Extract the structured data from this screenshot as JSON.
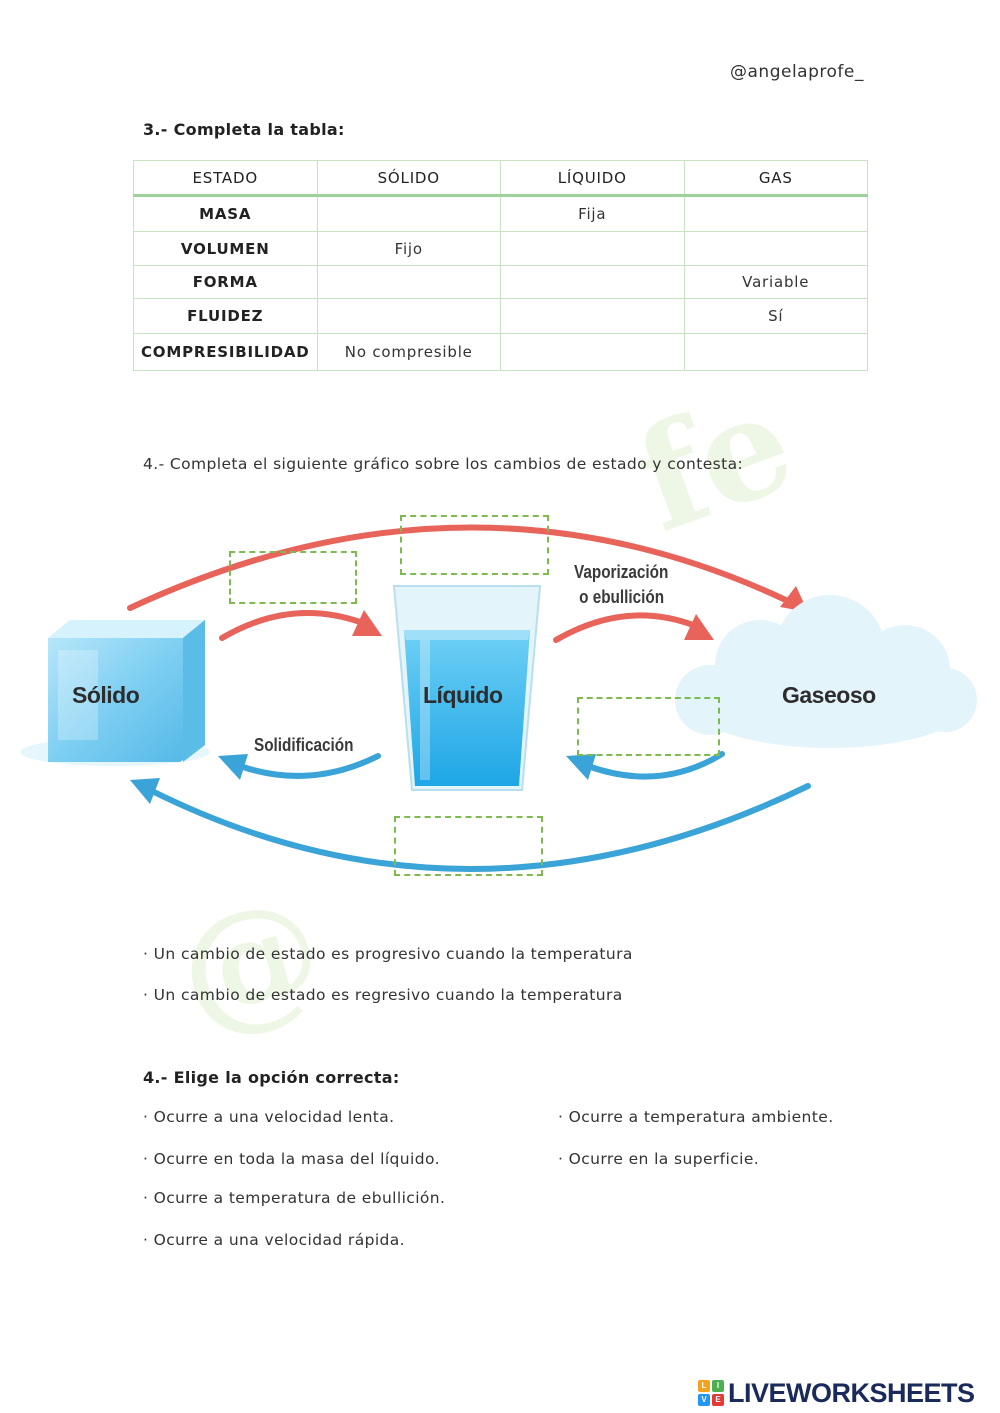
{
  "handle": "@angelaprofe_",
  "section3": {
    "title": "3.- Completa la tabla:",
    "headers": [
      "ESTADO",
      "SÓLIDO",
      "LÍQUIDO",
      "GAS"
    ],
    "rows": [
      {
        "label": "MASA",
        "solido": "",
        "liquido": "Fija",
        "gas": ""
      },
      {
        "label": "VOLUMEN",
        "solido": "Fijo",
        "liquido": "",
        "gas": ""
      },
      {
        "label": "FORMA",
        "solido": "",
        "liquido": "",
        "gas": "Variable"
      },
      {
        "label": "FLUIDEZ",
        "solido": "",
        "liquido": "",
        "gas": "Sí"
      },
      {
        "label": "COMPRESIBILIDAD",
        "solido": "No compresible",
        "liquido": "",
        "gas": ""
      }
    ]
  },
  "section4": {
    "title": "4.- Completa el siguiente gráfico sobre los cambios de estado y contesta:",
    "diagram": {
      "solid": "Sólido",
      "liquid": "Líquido",
      "gas": "Gaseoso",
      "vaporization": [
        "Vaporización",
        "o ebullición"
      ],
      "solidification": "Solidificación",
      "colors": {
        "progressive": "#e8635a",
        "regressive": "#3aa3d8",
        "blank_border": "#7dbb4e"
      }
    },
    "statements": [
      "· Un cambio de estado es progresivo cuando la temperatura",
      "· Un cambio de estado es regresivo cuando la temperatura"
    ]
  },
  "section5": {
    "title": "4.- Elige la opción correcta:",
    "left_options": [
      "· Ocurre a una velocidad lenta.",
      "· Ocurre en toda la masa del líquido.",
      "· Ocurre a temperatura de ebullición.",
      "· Ocurre a una velocidad rápida."
    ],
    "right_options": [
      "· Ocurre a temperatura ambiente.",
      "· Ocurre en la superficie."
    ]
  },
  "logo": {
    "text": "LIVEWORKSHEETS",
    "icon_letters": [
      "L",
      "I",
      "V",
      "E"
    ]
  }
}
